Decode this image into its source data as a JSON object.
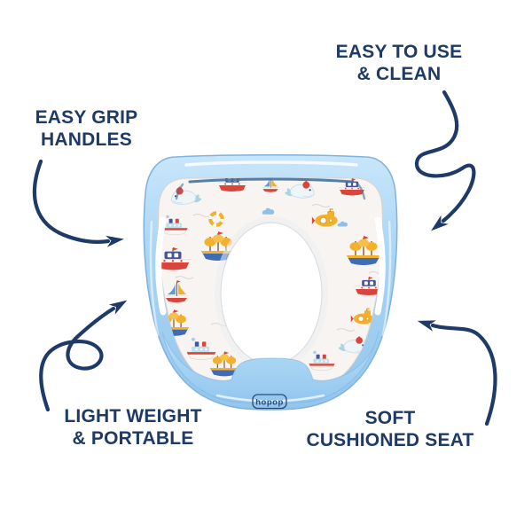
{
  "callouts": {
    "top_left": {
      "line1": "EASY GRIP",
      "line2": "HANDLES"
    },
    "top_right": {
      "line1": "EASY TO USE",
      "line2": "& CLEAN"
    },
    "bottom_left": {
      "line1": "LIGHT WEIGHT",
      "line2": "& PORTABLE"
    },
    "bottom_right": {
      "line1": "SOFT",
      "line2": "CUSHIONED SEAT"
    }
  },
  "product": {
    "brand_label": "hopop"
  },
  "colors": {
    "text_navy": "#1e3a66",
    "arrow_navy": "#1e3a66",
    "frame_blue": "#a9d5f4",
    "frame_blue_light": "#c8e6fb",
    "frame_blue_dark": "#93c6ee",
    "cushion_background": "#f7f4f1",
    "motif_red": "#d9453a",
    "motif_navy": "#44549f",
    "motif_yellow": "#f2b02d",
    "motif_light_blue": "#bfe0ed"
  },
  "pattern_motifs": [
    "motorboat",
    "tall-ship",
    "sailboat",
    "whale",
    "submarine",
    "steamboat",
    "lifebuoy",
    "cloud"
  ]
}
